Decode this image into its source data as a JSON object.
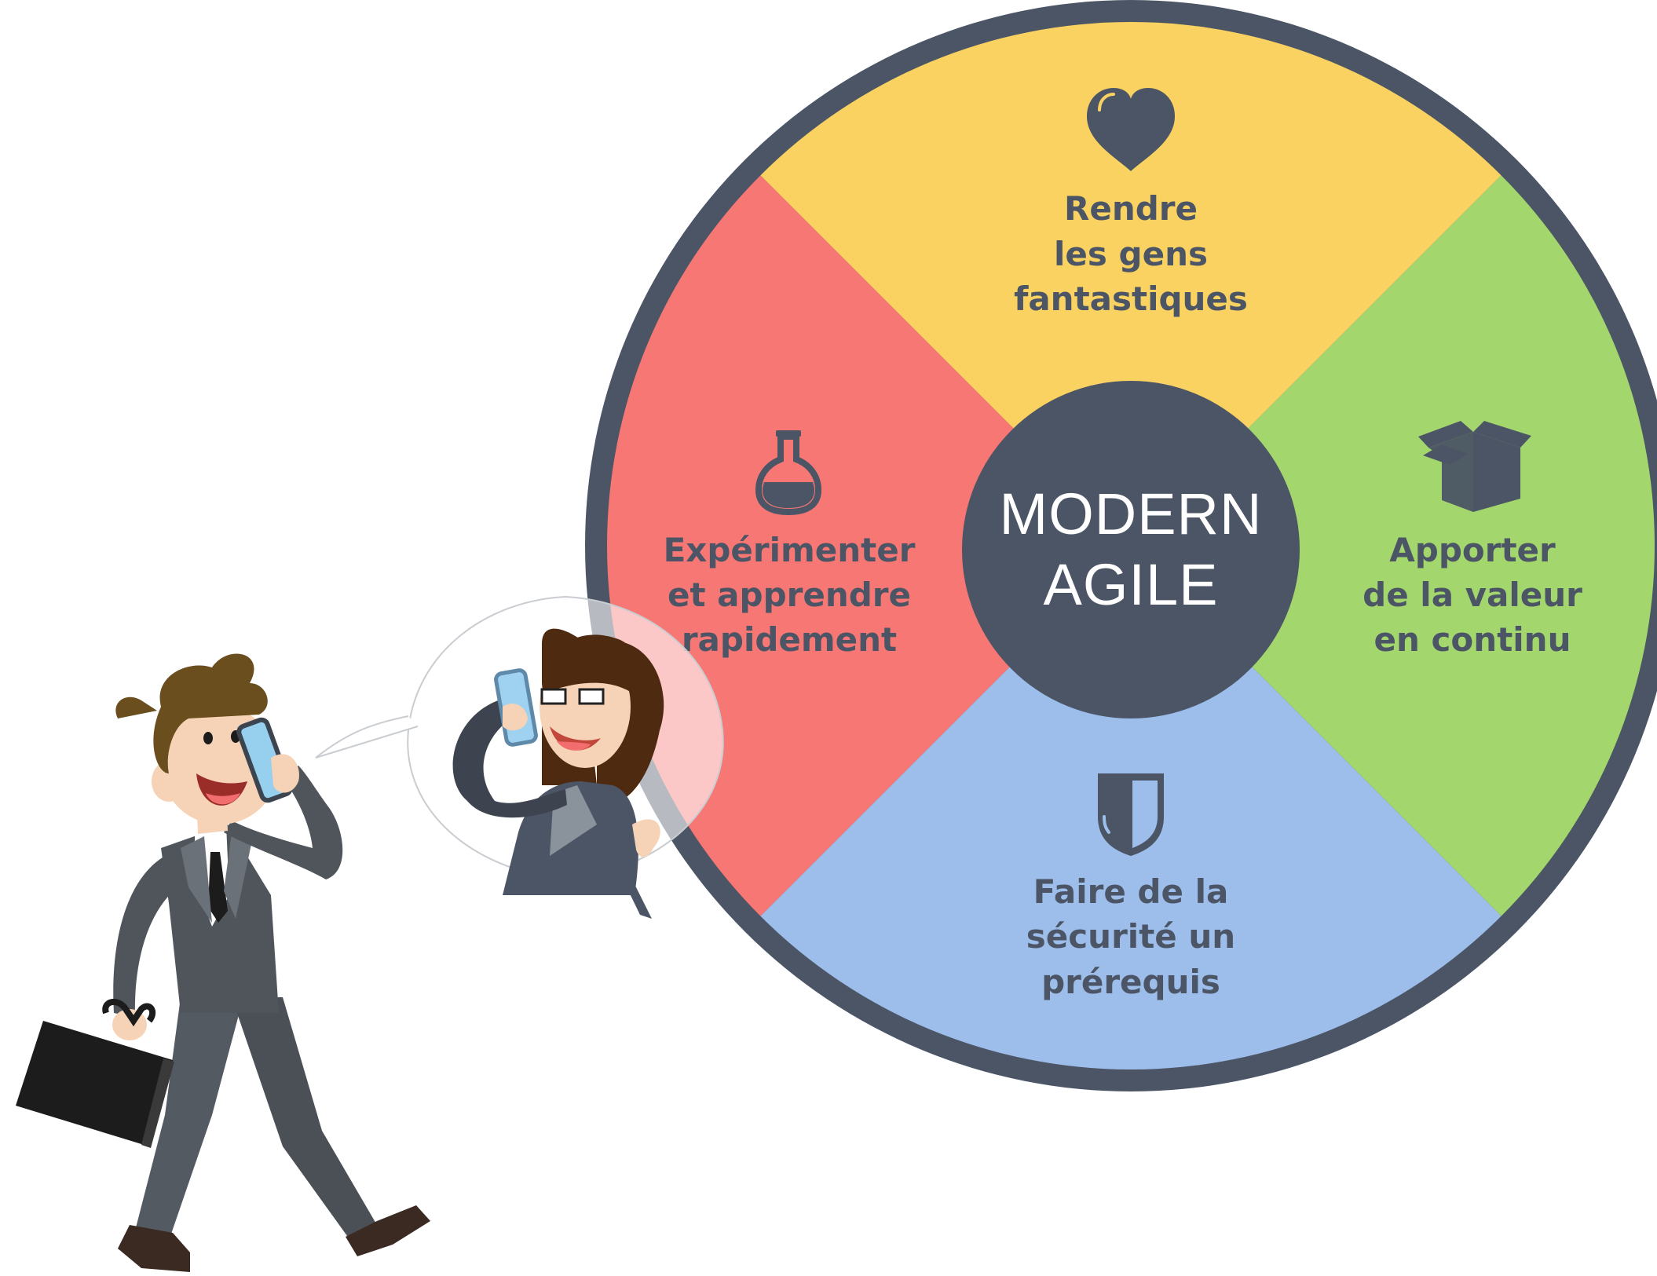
{
  "diagram": {
    "center": {
      "line1": "MODERN",
      "line2": "AGILE"
    },
    "quadrants": [
      {
        "id": "top",
        "color": "#f9d261",
        "icon": "heart-icon",
        "lines": [
          "Rendre",
          "les gens",
          "fantastiques"
        ]
      },
      {
        "id": "right",
        "color": "#a3d76e",
        "icon": "box-icon",
        "lines": [
          "Apporter",
          "de la valeur",
          "en continu"
        ]
      },
      {
        "id": "bottom",
        "color": "#9dbdea",
        "icon": "shield-icon",
        "lines": [
          "Faire de la",
          "sécurité un",
          "prérequis"
        ]
      },
      {
        "id": "left",
        "color": "#f77774",
        "icon": "flask-icon",
        "lines": [
          "Expérimenter",
          "et apprendre",
          "rapidement"
        ]
      }
    ],
    "rim_color": "#4b5565",
    "hub_color": "#4b5565",
    "text_color": "#4b5565"
  },
  "illustration": {
    "man": "businessman-on-phone",
    "woman": "businesswoman-on-phone",
    "bubble": "speech-bubble"
  }
}
